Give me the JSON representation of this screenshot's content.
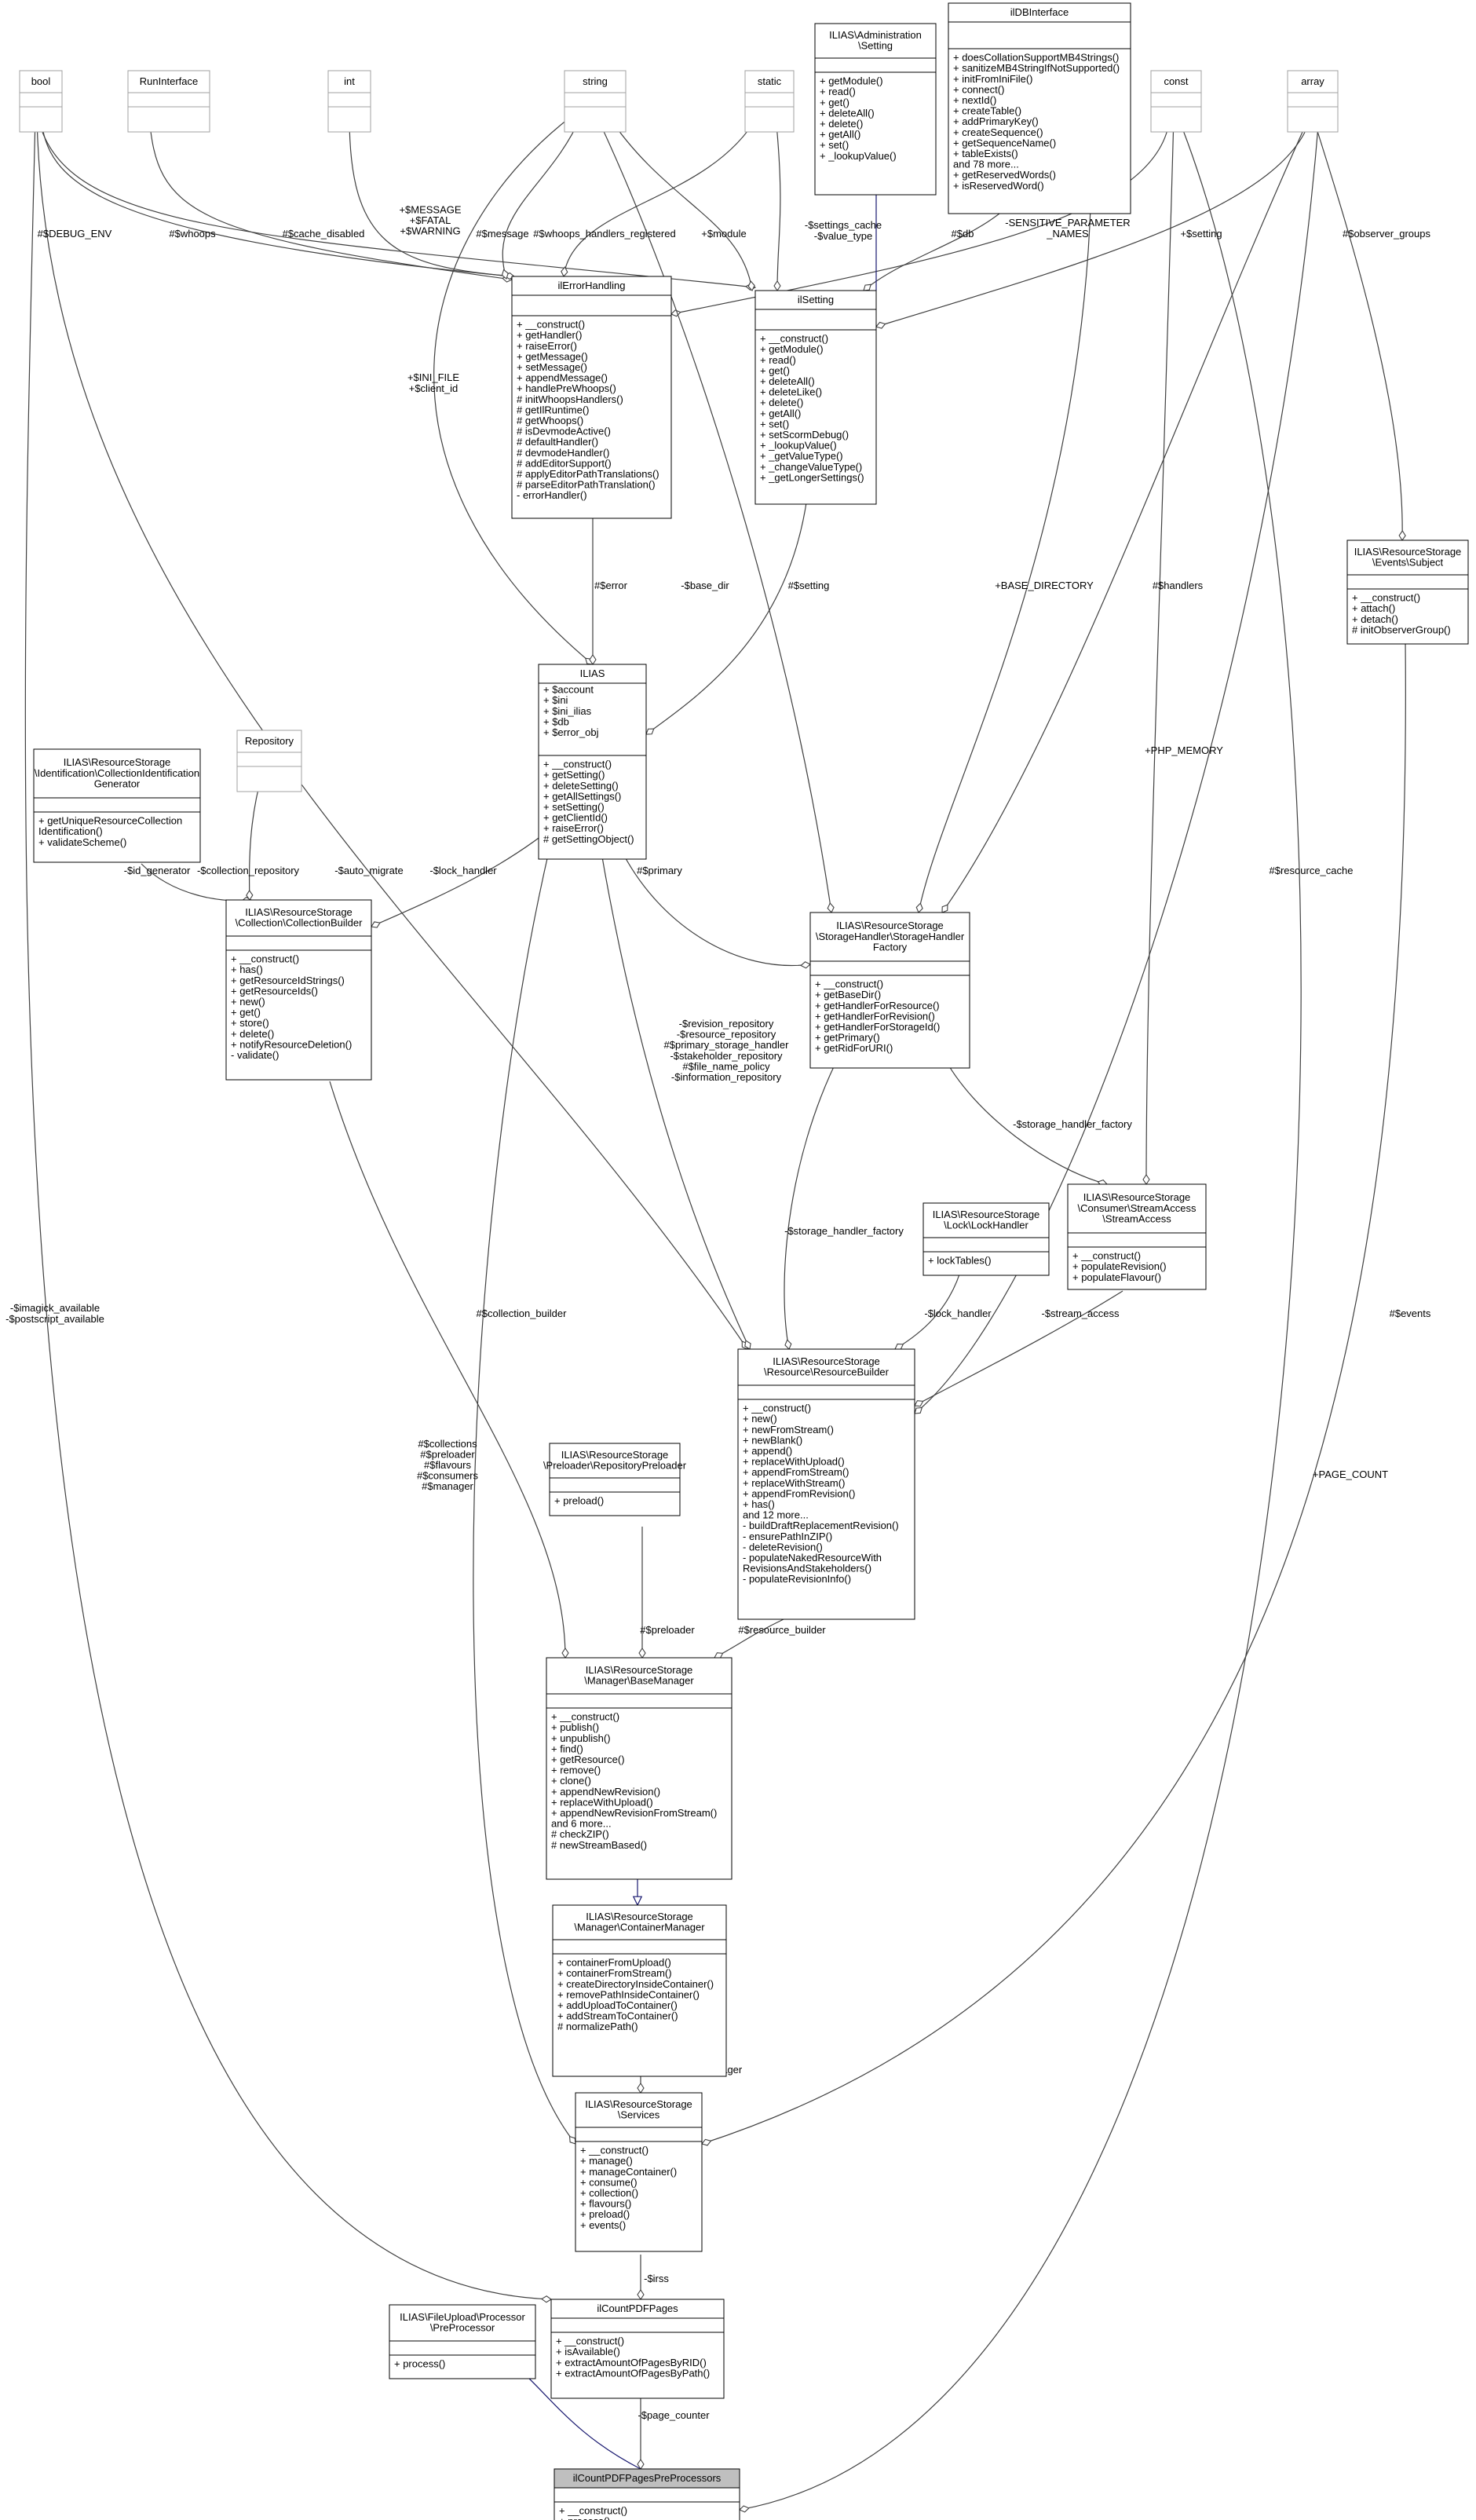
{
  "classes": {
    "bool": {
      "title": [
        "bool"
      ],
      "attributes": [],
      "methods": []
    },
    "runinterface": {
      "title": [
        "RunInterface"
      ],
      "attributes": [],
      "methods": []
    },
    "int": {
      "title": [
        "int"
      ],
      "attributes": [],
      "methods": []
    },
    "string": {
      "title": [
        "string"
      ],
      "attributes": [],
      "methods": []
    },
    "static": {
      "title": [
        "static"
      ],
      "attributes": [],
      "methods": []
    },
    "admin_setting": {
      "title": [
        "ILIAS\\Administration",
        "\\Setting"
      ],
      "attributes": [],
      "methods": [
        "+ getModule()",
        "+ read()",
        "+ get()",
        "+ deleteAll()",
        "+ delete()",
        "+ getAll()",
        "+ set()",
        "+ _lookupValue()"
      ]
    },
    "ildbinterface": {
      "title": [
        "ilDBInterface"
      ],
      "attributes": [],
      "methods": [
        "+ doesCollationSupportMB4Strings()",
        "+ sanitizeMB4StringIfNotSupported()",
        "+ initFromIniFile()",
        "+ connect()",
        "+ nextId()",
        "+ createTable()",
        "+ addPrimaryKey()",
        "+ createSequence()",
        "+ getSequenceName()",
        "+ tableExists()",
        "and 78 more...",
        "+ getReservedWords()",
        "+ isReservedWord()"
      ]
    },
    "const": {
      "title": [
        "const"
      ],
      "attributes": [],
      "methods": []
    },
    "array": {
      "title": [
        "array"
      ],
      "attributes": [],
      "methods": []
    },
    "ilerrorhandling": {
      "title": [
        "ilErrorHandling"
      ],
      "attributes": [],
      "methods": [
        "+ __construct()",
        "+ getHandler()",
        "+ raiseError()",
        "+ getMessage()",
        "+ setMessage()",
        "+ appendMessage()",
        "+ handlePreWhoops()",
        "# initWhoopsHandlers()",
        "# getIlRuntime()",
        "# getWhoops()",
        "# isDevmodeActive()",
        "# defaultHandler()",
        "# devmodeHandler()",
        "# addEditorSupport()",
        "# applyEditorPathTranslations()",
        "# parseEditorPathTranslation()",
        "- errorHandler()"
      ]
    },
    "ilsetting": {
      "title": [
        "ilSetting"
      ],
      "attributes": [],
      "methods": [
        "+ __construct()",
        "+ getModule()",
        "+ read()",
        "+ get()",
        "+ deleteAll()",
        "+ deleteLike()",
        "+ delete()",
        "+ getAll()",
        "+ set()",
        "+ setScormDebug()",
        "+ _lookupValue()",
        "+ _getValueType()",
        "+ _changeValueType()",
        "+ _getLongerSettings()"
      ]
    },
    "subject": {
      "title": [
        "ILIAS\\ResourceStorage",
        "\\Events\\Subject"
      ],
      "attributes": [],
      "methods": [
        "+ __construct()",
        "+ attach()",
        "+ detach()",
        "# initObserverGroup()"
      ]
    },
    "ilias": {
      "title": [
        "ILIAS"
      ],
      "attributes": [
        "+ $account",
        "+ $ini",
        "+ $ini_ilias",
        "+ $db",
        "+ $error_obj"
      ],
      "methods": [
        "+ __construct()",
        "+ getSetting()",
        "+ deleteSetting()",
        "+ getAllSettings()",
        "+ setSetting()",
        "+ getClientId()",
        "+ raiseError()",
        "# getSettingObject()"
      ]
    },
    "collidgen": {
      "title": [
        "ILIAS\\ResourceStorage",
        "\\Identification\\CollectionIdentification",
        "Generator"
      ],
      "attributes": [],
      "methods": [
        "+ getUniqueResourceCollection",
        "Identification()",
        "+ validateScheme()"
      ]
    },
    "repository": {
      "title": [
        "Repository"
      ],
      "attributes": [],
      "methods": []
    },
    "collectionbuilder": {
      "title": [
        "ILIAS\\ResourceStorage",
        "\\Collection\\CollectionBuilder"
      ],
      "attributes": [],
      "methods": [
        "+ __construct()",
        "+ has()",
        "+ getResourceIdStrings()",
        "+ getResourceIds()",
        "+ new()",
        "+ get()",
        "+ store()",
        "+ delete()",
        "+ notifyResourceDeletion()",
        "- validate()"
      ]
    },
    "storagehandlerfactory": {
      "title": [
        "ILIAS\\ResourceStorage",
        "\\StorageHandler\\StorageHandler",
        "Factory"
      ],
      "attributes": [],
      "methods": [
        "+ __construct()",
        "+ getBaseDir()",
        "+ getHandlerForResource()",
        "+ getHandlerForRevision()",
        "+ getHandlerForStorageId()",
        "+ getPrimary()",
        "+ getRidForURI()"
      ]
    },
    "lockhandler": {
      "title": [
        "ILIAS\\ResourceStorage",
        "\\Lock\\LockHandler"
      ],
      "attributes": [],
      "methods": [
        "+ lockTables()"
      ]
    },
    "streamaccess": {
      "title": [
        "ILIAS\\ResourceStorage",
        "\\Consumer\\StreamAccess",
        "\\StreamAccess"
      ],
      "attributes": [],
      "methods": [
        "+ __construct()",
        "+ populateRevision()",
        "+ populateFlavour()"
      ]
    },
    "resourcebuilder": {
      "title": [
        "ILIAS\\ResourceStorage",
        "\\Resource\\ResourceBuilder"
      ],
      "attributes": [],
      "methods": [
        "+ __construct()",
        "+ new()",
        "+ newFromStream()",
        "+ newBlank()",
        "+ append()",
        "+ replaceWithUpload()",
        "+ appendFromStream()",
        "+ replaceWithStream()",
        "+ appendFromRevision()",
        "+ has()",
        "and 12 more...",
        "- buildDraftReplacementRevision()",
        "- ensurePathInZIP()",
        "- deleteRevision()",
        "- populateNakedResourceWith",
        "RevisionsAndStakeholders()",
        "- populateRevisionInfo()"
      ]
    },
    "repositorypreloader": {
      "title": [
        "ILIAS\\ResourceStorage",
        "\\Preloader\\RepositoryPreloader"
      ],
      "attributes": [],
      "methods": [
        "+ preload()"
      ]
    },
    "basemanager": {
      "title": [
        "ILIAS\\ResourceStorage",
        "\\Manager\\BaseManager"
      ],
      "attributes": [],
      "methods": [
        "+ __construct()",
        "+ publish()",
        "+ unpublish()",
        "+ find()",
        "+ getResource()",
        "+ remove()",
        "+ clone()",
        "+ appendNewRevision()",
        "+ replaceWithUpload()",
        "+ appendNewRevisionFromStream()",
        "and 6 more...",
        "# checkZIP()",
        "# newStreamBased()"
      ]
    },
    "containermanager": {
      "title": [
        "ILIAS\\ResourceStorage",
        "\\Manager\\ContainerManager"
      ],
      "attributes": [],
      "methods": [
        "+ containerFromUpload()",
        "+ containerFromStream()",
        "+ createDirectoryInsideContainer()",
        "+ removePathInsideContainer()",
        "+ addUploadToContainer()",
        "+ addStreamToContainer()",
        "# normalizePath()"
      ]
    },
    "services": {
      "title": [
        "ILIAS\\ResourceStorage",
        "\\Services"
      ],
      "attributes": [],
      "methods": [
        "+ __construct()",
        "+ manage()",
        "+ manageContainer()",
        "+ consume()",
        "+ collection()",
        "+ flavours()",
        "+ preload()",
        "+ events()"
      ]
    },
    "preprocessor": {
      "title": [
        "ILIAS\\FileUpload\\Processor",
        "\\PreProcessor"
      ],
      "attributes": [],
      "methods": [
        "+ process()"
      ]
    },
    "ilcountpdfpages": {
      "title": [
        "ilCountPDFPages"
      ],
      "attributes": [],
      "methods": [
        "+ __construct()",
        "+ isAvailable()",
        "+ extractAmountOfPagesByRID()",
        "+ extractAmountOfPagesByPath()"
      ]
    },
    "ilcountpdfpagespreprocessors": {
      "title": [
        "ilCountPDFPagesPreProcessors"
      ],
      "attributes": [],
      "methods": [
        "+ __construct()",
        "+ process()"
      ]
    }
  },
  "edges": [
    {
      "id": "debug-env",
      "label": [
        "#$DEBUG_ENV"
      ]
    },
    {
      "id": "whoops",
      "label": [
        "#$whoops"
      ]
    },
    {
      "id": "cache-disabled",
      "label": [
        "#$cache_disabled"
      ]
    },
    {
      "id": "message-fatal-warning",
      "label": [
        "+$MESSAGE",
        "+$FATAL",
        "+$WARNING"
      ]
    },
    {
      "id": "message",
      "label": [
        "#$message"
      ]
    },
    {
      "id": "whoops-handlers-registered",
      "label": [
        "#$whoops_handlers_registered"
      ]
    },
    {
      "id": "module",
      "label": [
        "+$module"
      ]
    },
    {
      "id": "settings-cache-value-type",
      "label": [
        "-$settings_cache",
        "-$value_type"
      ]
    },
    {
      "id": "db",
      "label": [
        "#$db"
      ]
    },
    {
      "id": "sensitive-parameter-names",
      "label": [
        "-SENSITIVE_PARAMETER",
        "_NAMES"
      ]
    },
    {
      "id": "setting-array",
      "label": [
        "+$setting"
      ]
    },
    {
      "id": "observer-groups",
      "label": [
        "#$observer_groups"
      ]
    },
    {
      "id": "ini-file-client-id",
      "label": [
        "+$INI_FILE",
        "+$client_id"
      ]
    },
    {
      "id": "error",
      "label": [
        "#$error"
      ]
    },
    {
      "id": "base-dir",
      "label": [
        "-$base_dir"
      ]
    },
    {
      "id": "setting-ilias",
      "label": [
        "#$setting"
      ]
    },
    {
      "id": "base-directory",
      "label": [
        "+BASE_DIRECTORY"
      ]
    },
    {
      "id": "handlers",
      "label": [
        "#$handlers"
      ]
    },
    {
      "id": "php-memory",
      "label": [
        "+PHP_MEMORY"
      ]
    },
    {
      "id": "id-generator",
      "label": [
        "-$id_generator"
      ]
    },
    {
      "id": "collection-repository",
      "label": [
        "-$collection_repository"
      ]
    },
    {
      "id": "auto-migrate",
      "label": [
        "-$auto_migrate"
      ]
    },
    {
      "id": "lock-handler-collection",
      "label": [
        "-$lock_handler"
      ]
    },
    {
      "id": "primary",
      "label": [
        "#$primary"
      ]
    },
    {
      "id": "resource-cache",
      "label": [
        "#$resource_cache"
      ]
    },
    {
      "id": "repositories",
      "label": [
        "-$revision_repository",
        "-$resource_repository",
        "#$primary_storage_handler",
        "-$stakeholder_repository",
        "#$file_name_policy",
        "-$information_repository"
      ]
    },
    {
      "id": "storage-handler-factory-rb",
      "label": [
        "-$storage_handler_factory"
      ]
    },
    {
      "id": "storage-handler-factory-sa",
      "label": [
        "-$storage_handler_factory"
      ]
    },
    {
      "id": "lock-handler-rb",
      "label": [
        "-$lock_handler"
      ]
    },
    {
      "id": "stream-access",
      "label": [
        "-$stream_access"
      ]
    },
    {
      "id": "imagick-postscript",
      "label": [
        "-$imagick_available",
        "-$postscript_available"
      ]
    },
    {
      "id": "collection-builder",
      "label": [
        "#$collection_builder"
      ]
    },
    {
      "id": "events",
      "label": [
        "#$events"
      ]
    },
    {
      "id": "collections-manager",
      "label": [
        "#$collections",
        "#$preloader",
        "#$flavours",
        "#$consumers",
        "#$manager"
      ]
    },
    {
      "id": "page-count",
      "label": [
        "+PAGE_COUNT"
      ]
    },
    {
      "id": "preloader",
      "label": [
        "#$preloader"
      ]
    },
    {
      "id": "resource-builder",
      "label": [
        "#$resource_builder"
      ]
    },
    {
      "id": "container-manager",
      "label": [
        "#$container_manager"
      ]
    },
    {
      "id": "irss",
      "label": [
        "-$irss"
      ]
    },
    {
      "id": "page-counter",
      "label": [
        "-$page_counter"
      ]
    }
  ],
  "colors": {
    "composition": "#404040",
    "inheritance": "#191970",
    "highlight_fill": "#bfbfbf",
    "box_border": "#000000",
    "empty_box_border": "#a0a0a0"
  }
}
